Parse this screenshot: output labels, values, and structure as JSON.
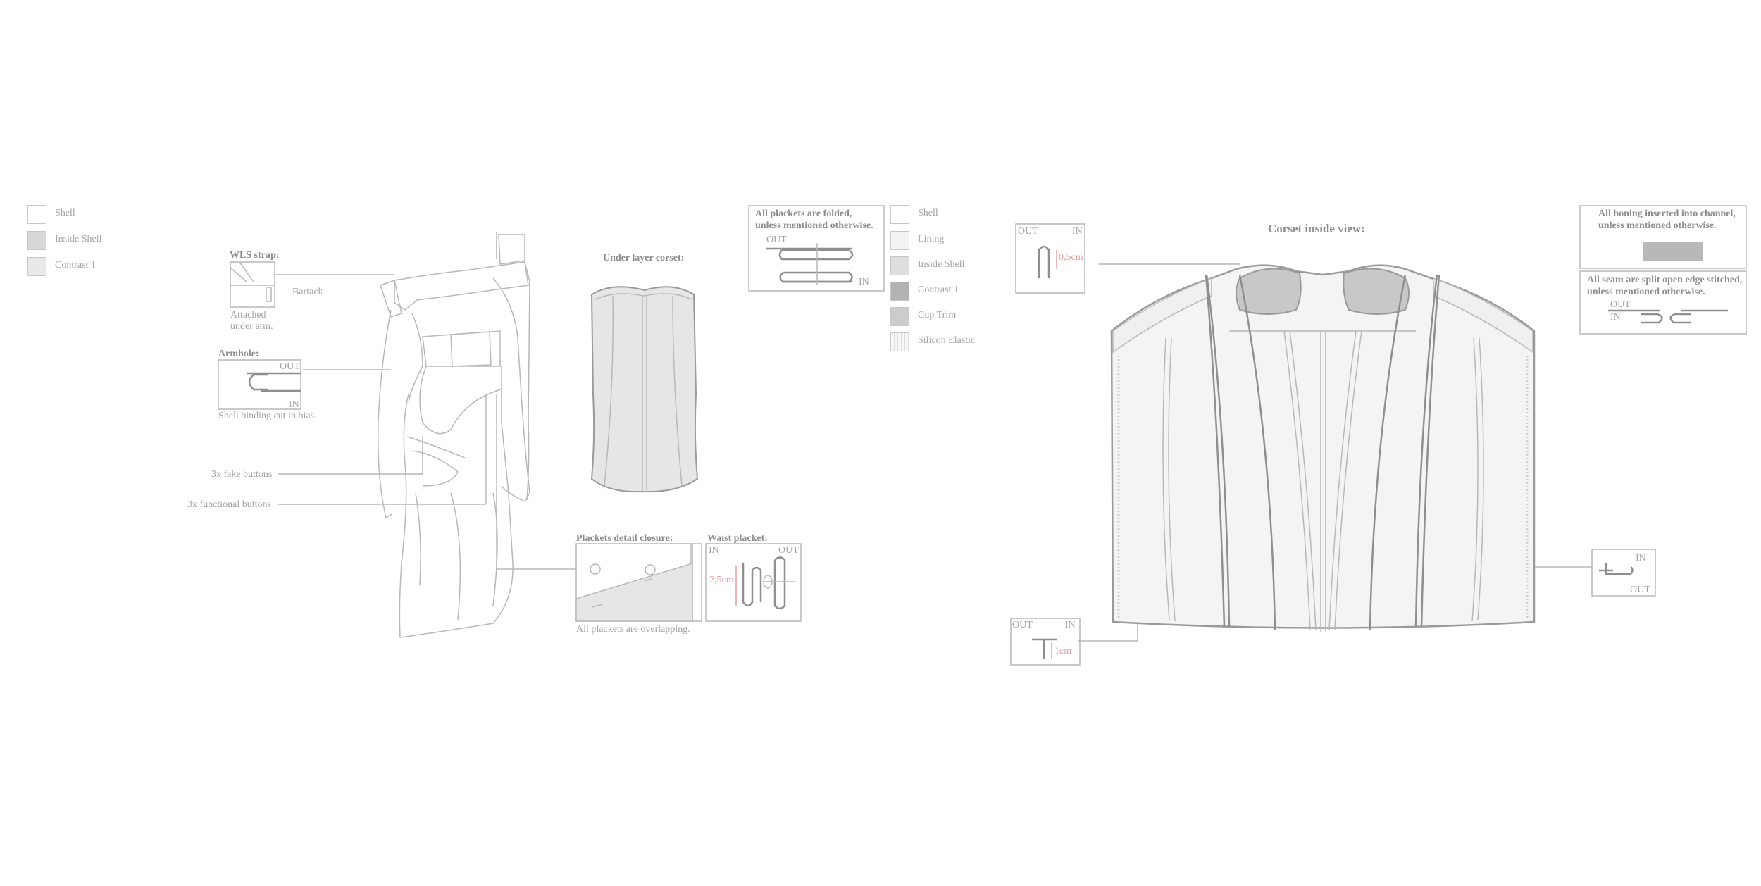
{
  "legend_left": {
    "items": [
      {
        "label": "Shell",
        "color": "#ffffff"
      },
      {
        "label": "Inside Shell",
        "color": "#d8d8d8"
      },
      {
        "label": "Contrast 1",
        "color": "#e9e9e9"
      }
    ]
  },
  "legend_mid": {
    "items": [
      {
        "label": "Shell",
        "color": "#ffffff"
      },
      {
        "label": "Lining",
        "color": "#f3f3f3"
      },
      {
        "label": "Inside Shell",
        "color": "#dedede"
      },
      {
        "label": "Contrast 1",
        "color": "#b3b3b3"
      },
      {
        "label": "Cup Trim",
        "color": "#cccccc"
      },
      {
        "label": "Silicon Elastic",
        "color": "#f7f7f7"
      }
    ]
  },
  "callouts": {
    "wls_strap": "WLS strap:",
    "bartack": "Bartack",
    "attached_line1": "Attached",
    "attached_line2": "under arm.",
    "armhole": "Armhole:",
    "armhole_out": "OUT",
    "armhole_in": "IN",
    "shell_binding": "Shell binding cut in bias.",
    "fake_buttons": "3x fake buttons",
    "functional_buttons": "3x functional buttons"
  },
  "under_layer": {
    "title": "Under layer corset:"
  },
  "plackets_note": {
    "line1": "All plackets are folded,",
    "line2": "unless mentioned otherwise.",
    "out": "OUT",
    "in": "IN"
  },
  "plackets_detail": {
    "title": "Plackets detail closure:",
    "caption": "All plackets are overlapping."
  },
  "waist_placket": {
    "title": "Waist placket:",
    "in": "IN",
    "out": "OUT",
    "measure": "2,5cm"
  },
  "corset": {
    "title": "Corset inside view:",
    "boning_line1": "All boning inserted into channel,",
    "boning_line2": "unless mentioned otherwise.",
    "seam_line1": "All seam are split open edge stitched,",
    "seam_line2": "unless mentioned otherwise.",
    "seam_out": "OUT",
    "seam_in": "IN",
    "top_detail": {
      "out": "OUT",
      "in": "IN",
      "measure": "0,5cm"
    },
    "bottom_detail": {
      "out": "OUT",
      "in": "IN",
      "measure": "1cm"
    },
    "side_detail": {
      "in": "IN",
      "out": "OUT"
    }
  }
}
